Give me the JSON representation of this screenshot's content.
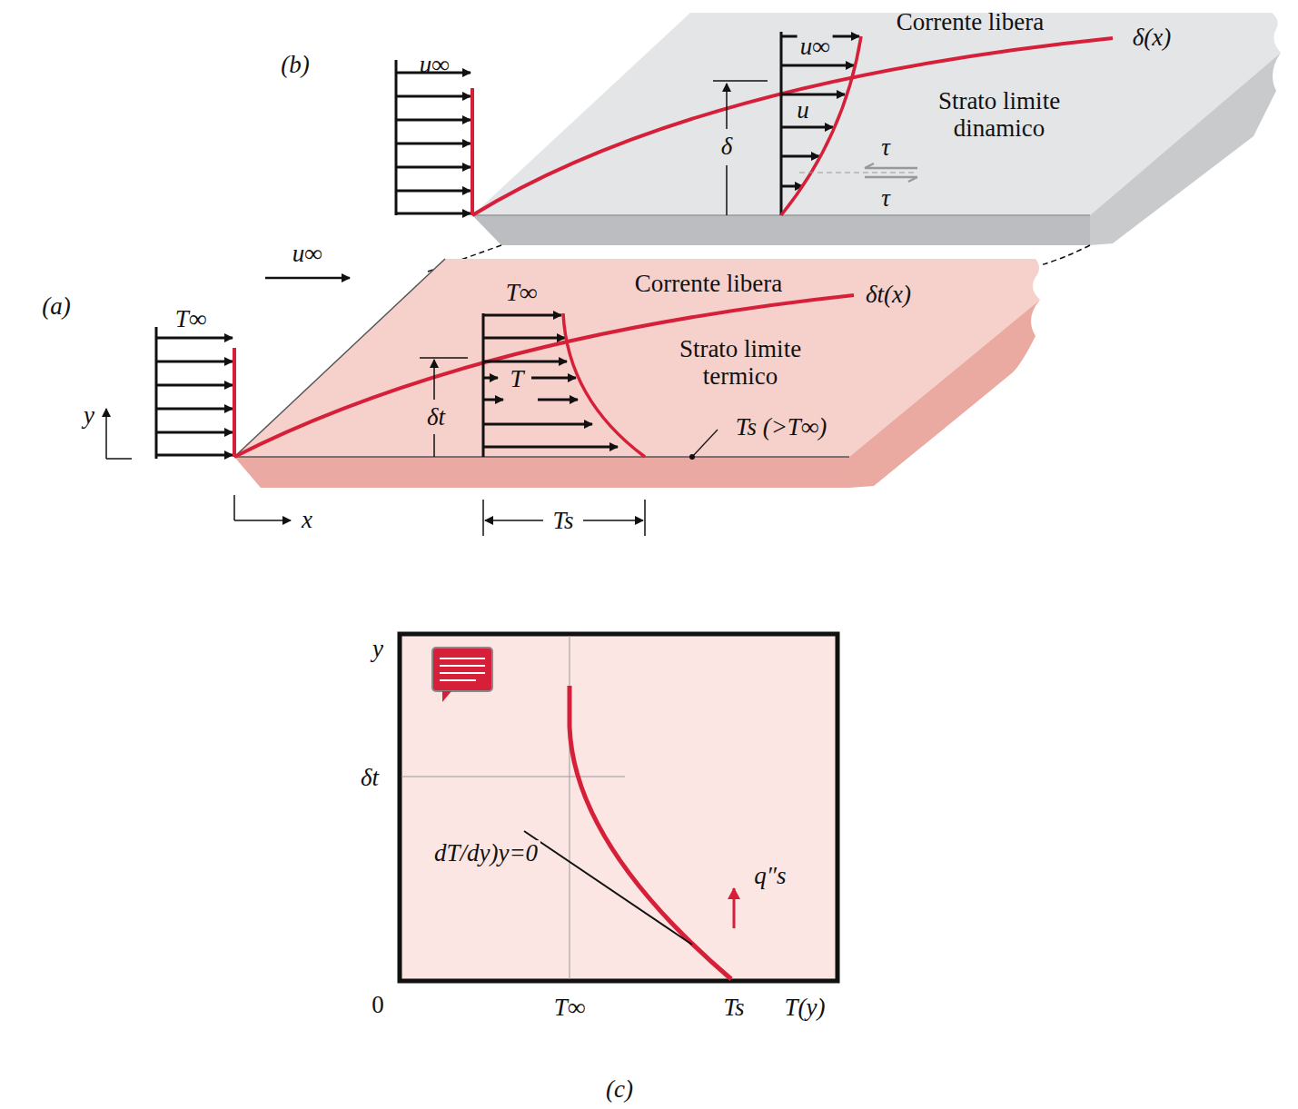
{
  "diagram": {
    "labels": [
      "(b)",
      "u∞",
      "Corrente libera",
      "u∞",
      "δ(x)",
      "u",
      "Strato limite dinamico",
      "δ",
      "τ",
      "τ",
      "u∞",
      "(a)",
      "T∞",
      "T∞",
      "Corrente libera",
      "δt(x)",
      "Strato limite termico",
      "y",
      "T",
      "δt",
      "Ts (>T∞)",
      "x",
      "Ts",
      "y",
      "δt",
      "dT/dy)y=0",
      "q″s",
      "0",
      "T∞",
      "Ts",
      "T(y)",
      "(c)"
    ]
  }
}
